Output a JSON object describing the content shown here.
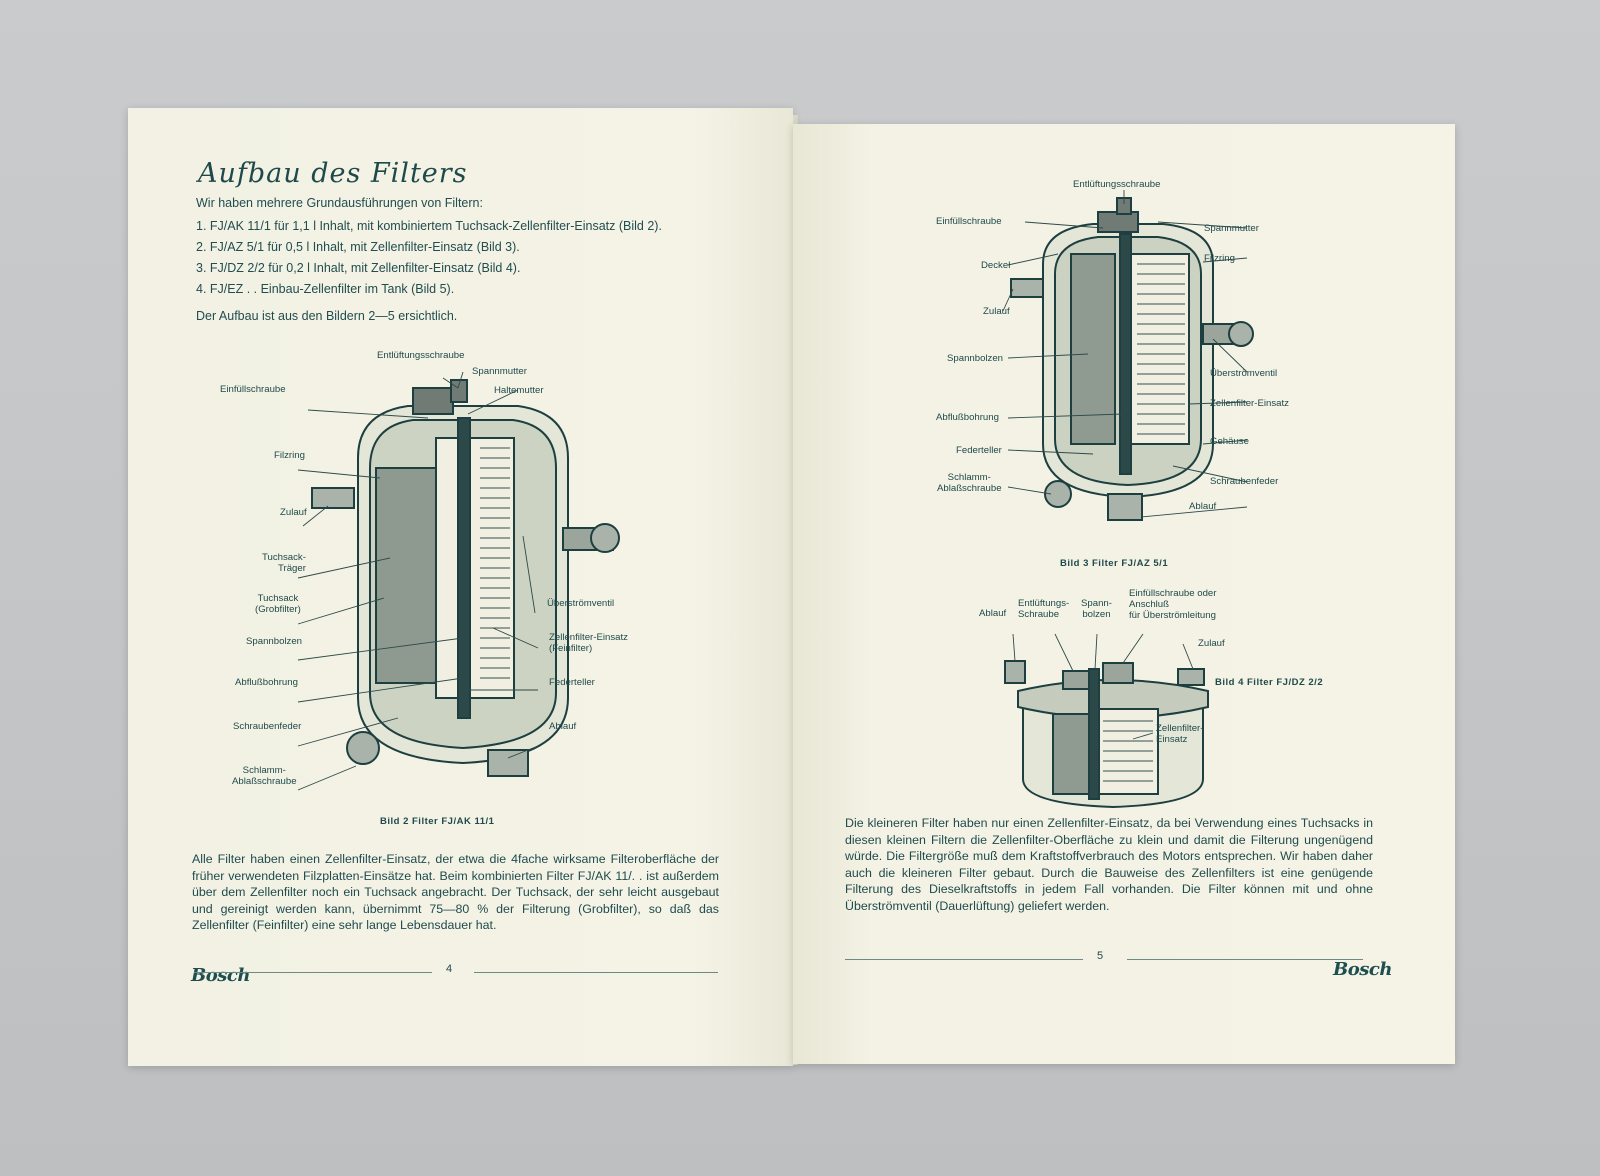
{
  "left": {
    "heading": "Aufbau des Filters",
    "intro": "Wir haben mehrere Grundausführungen von Filtern:",
    "list": [
      "1. FJ/AK 11/1 für 1,1 l Inhalt, mit kombiniertem Tuchsack-Zellenfilter-Einsatz (Bild 2).",
      "2. FJ/AZ   5/1 für 0,5 l Inhalt, mit Zellenfilter-Einsatz (Bild 3).",
      "3. FJ/DZ   2/2 für 0,2 l Inhalt, mit Zellenfilter-Einsatz (Bild 4).",
      "4. FJ/EZ . . Einbau-Zellenfilter im Tank (Bild 5)."
    ],
    "note": "Der Aufbau ist aus den Bildern 2—5 ersichtlich.",
    "fig2": {
      "labels_left": [
        "Einfüllschraube",
        "Filzring",
        "Zulauf",
        "Tuchsack-\nTräger",
        "Tuchsack\n(Grobfilter)",
        "Spannbolzen",
        "Abflußbohrung",
        "Schraubenfeder",
        "Schlamm-\nAblaßschraube"
      ],
      "labels_top": [
        "Entlüftungsschraube",
        "Spannmutter",
        "Haltemutter"
      ],
      "labels_right": [
        "Überströmventil",
        "Zellenfilter-Einsatz\n(Feinfilter)",
        "Federteller",
        "Ablauf"
      ],
      "caption": "Bild 2    Filter FJ/AK 11/1"
    },
    "paragraph": "Alle Filter haben einen Zellenfilter-Einsatz, der etwa die 4fache wirksame Filteroberfläche der früher verwendeten Filzplatten-Einsätze hat. Beim kombinierten Filter FJ/AK 11/. . ist außerdem über dem Zellenfilter noch ein Tuchsack angebracht. Der Tuchsack, der sehr leicht ausgebaut und gereinigt werden kann, übernimmt 75—80 % der Filterung (Grobfilter), so daß das Zellenfilter (Feinfilter) eine sehr lange Lebensdauer hat.",
    "page_number": "4",
    "logo": "Bosch"
  },
  "right": {
    "fig3": {
      "label_top": "Entlüftungsschraube",
      "labels_left": [
        "Einfüllschraube",
        "Deckel",
        "Zulauf",
        "Spannbolzen",
        "Abflußbohrung",
        "Federteller",
        "Schlamm-\nAblaßschraube"
      ],
      "labels_right": [
        "Spannmutter",
        "Filzring",
        "Überströmventil",
        "Zellenfilter-Einsatz",
        "Gehäuse",
        "Schraubenfeder",
        "Ablauf"
      ],
      "caption": "Bild 3    Filter FJ/AZ 5/1"
    },
    "fig4": {
      "labels_top": [
        "Ablauf",
        "Entlüftungs-\nSchraube",
        "Spann-\nbolzen",
        "Einfüllschraube oder\nAnschluß\nfür Überströmleitung"
      ],
      "label_zulauf": "Zulauf",
      "label_einsatz": "Zellenfilter-\nEinsatz",
      "caption": "Bild 4    Filter FJ/DZ 2/2"
    },
    "paragraph": "Die kleineren Filter haben nur einen Zellenfilter-Einsatz, da bei Verwendung eines Tuchsacks in diesen kleinen Filtern die Zellenfilter-Oberfläche zu klein und damit die Filterung ungenügend würde. Die Filtergröße muß dem Kraftstoffverbrauch des Motors entsprechen. Wir haben daher auch die kleineren Filter gebaut. Durch die Bauweise des Zellenfilters ist eine genügende Filterung des Dieselkraftstoffs in jedem Fall vorhanden. Die Filter können mit und ohne Überströmventil (Dauerlüftung) geliefert werden.",
    "page_number": "5",
    "logo": "Bosch"
  },
  "colors": {
    "ink": "#1f4b4e",
    "paper": "#f3f2e4",
    "background": "#c5c7c9"
  }
}
